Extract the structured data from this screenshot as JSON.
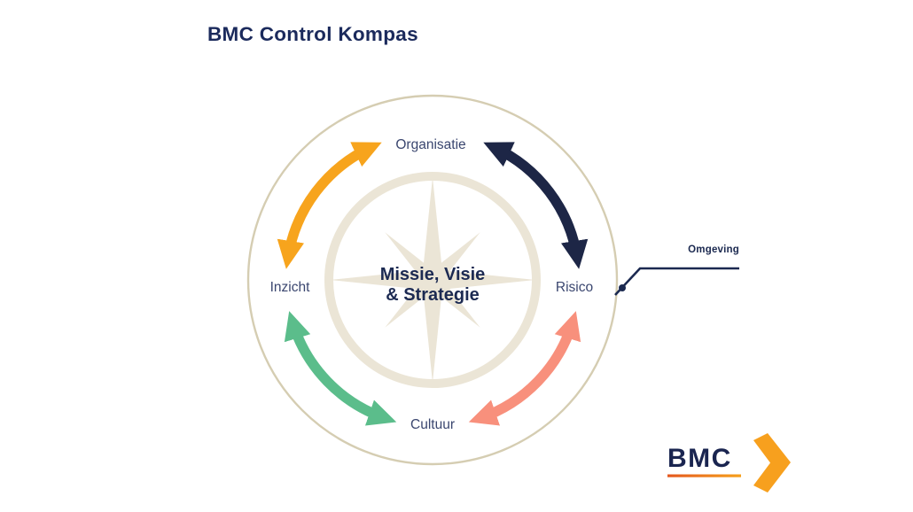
{
  "title": "BMC Control Kompas",
  "compass": {
    "center_label_line1": "Missie, Visie",
    "center_label_line2": "& Strategie",
    "nodes": [
      {
        "position": "top",
        "label": "Organisatie"
      },
      {
        "position": "right",
        "label": "Risico"
      },
      {
        "position": "bottom",
        "label": "Cultuur"
      },
      {
        "position": "left",
        "label": "Inzicht"
      }
    ],
    "arrows": [
      {
        "from": "Inzicht",
        "to": "Organisatie",
        "color": "#F7A41D"
      },
      {
        "from": "Organisatie",
        "to": "Risico",
        "color": "#1D2646"
      },
      {
        "from": "Risico",
        "to": "Cultuur",
        "color": "#F8907C"
      },
      {
        "from": "Cultuur",
        "to": "Inzicht",
        "color": "#5BBD8B"
      }
    ],
    "ring_color": "#EBE5D6",
    "outer_circle_color": "#D5CDB2",
    "callout": {
      "label": "Omgeving",
      "color": "#1B2950"
    }
  },
  "logo": {
    "text": "BMC",
    "text_color": "#1A2550",
    "underline_color_left": "#E4581F",
    "underline_color_right": "#F6A01B",
    "chevron_color": "#F7A01E"
  },
  "colors": {
    "title_navy": "#1B2A5C",
    "label_navy": "#3A466F",
    "center_navy": "#1C2A52"
  }
}
